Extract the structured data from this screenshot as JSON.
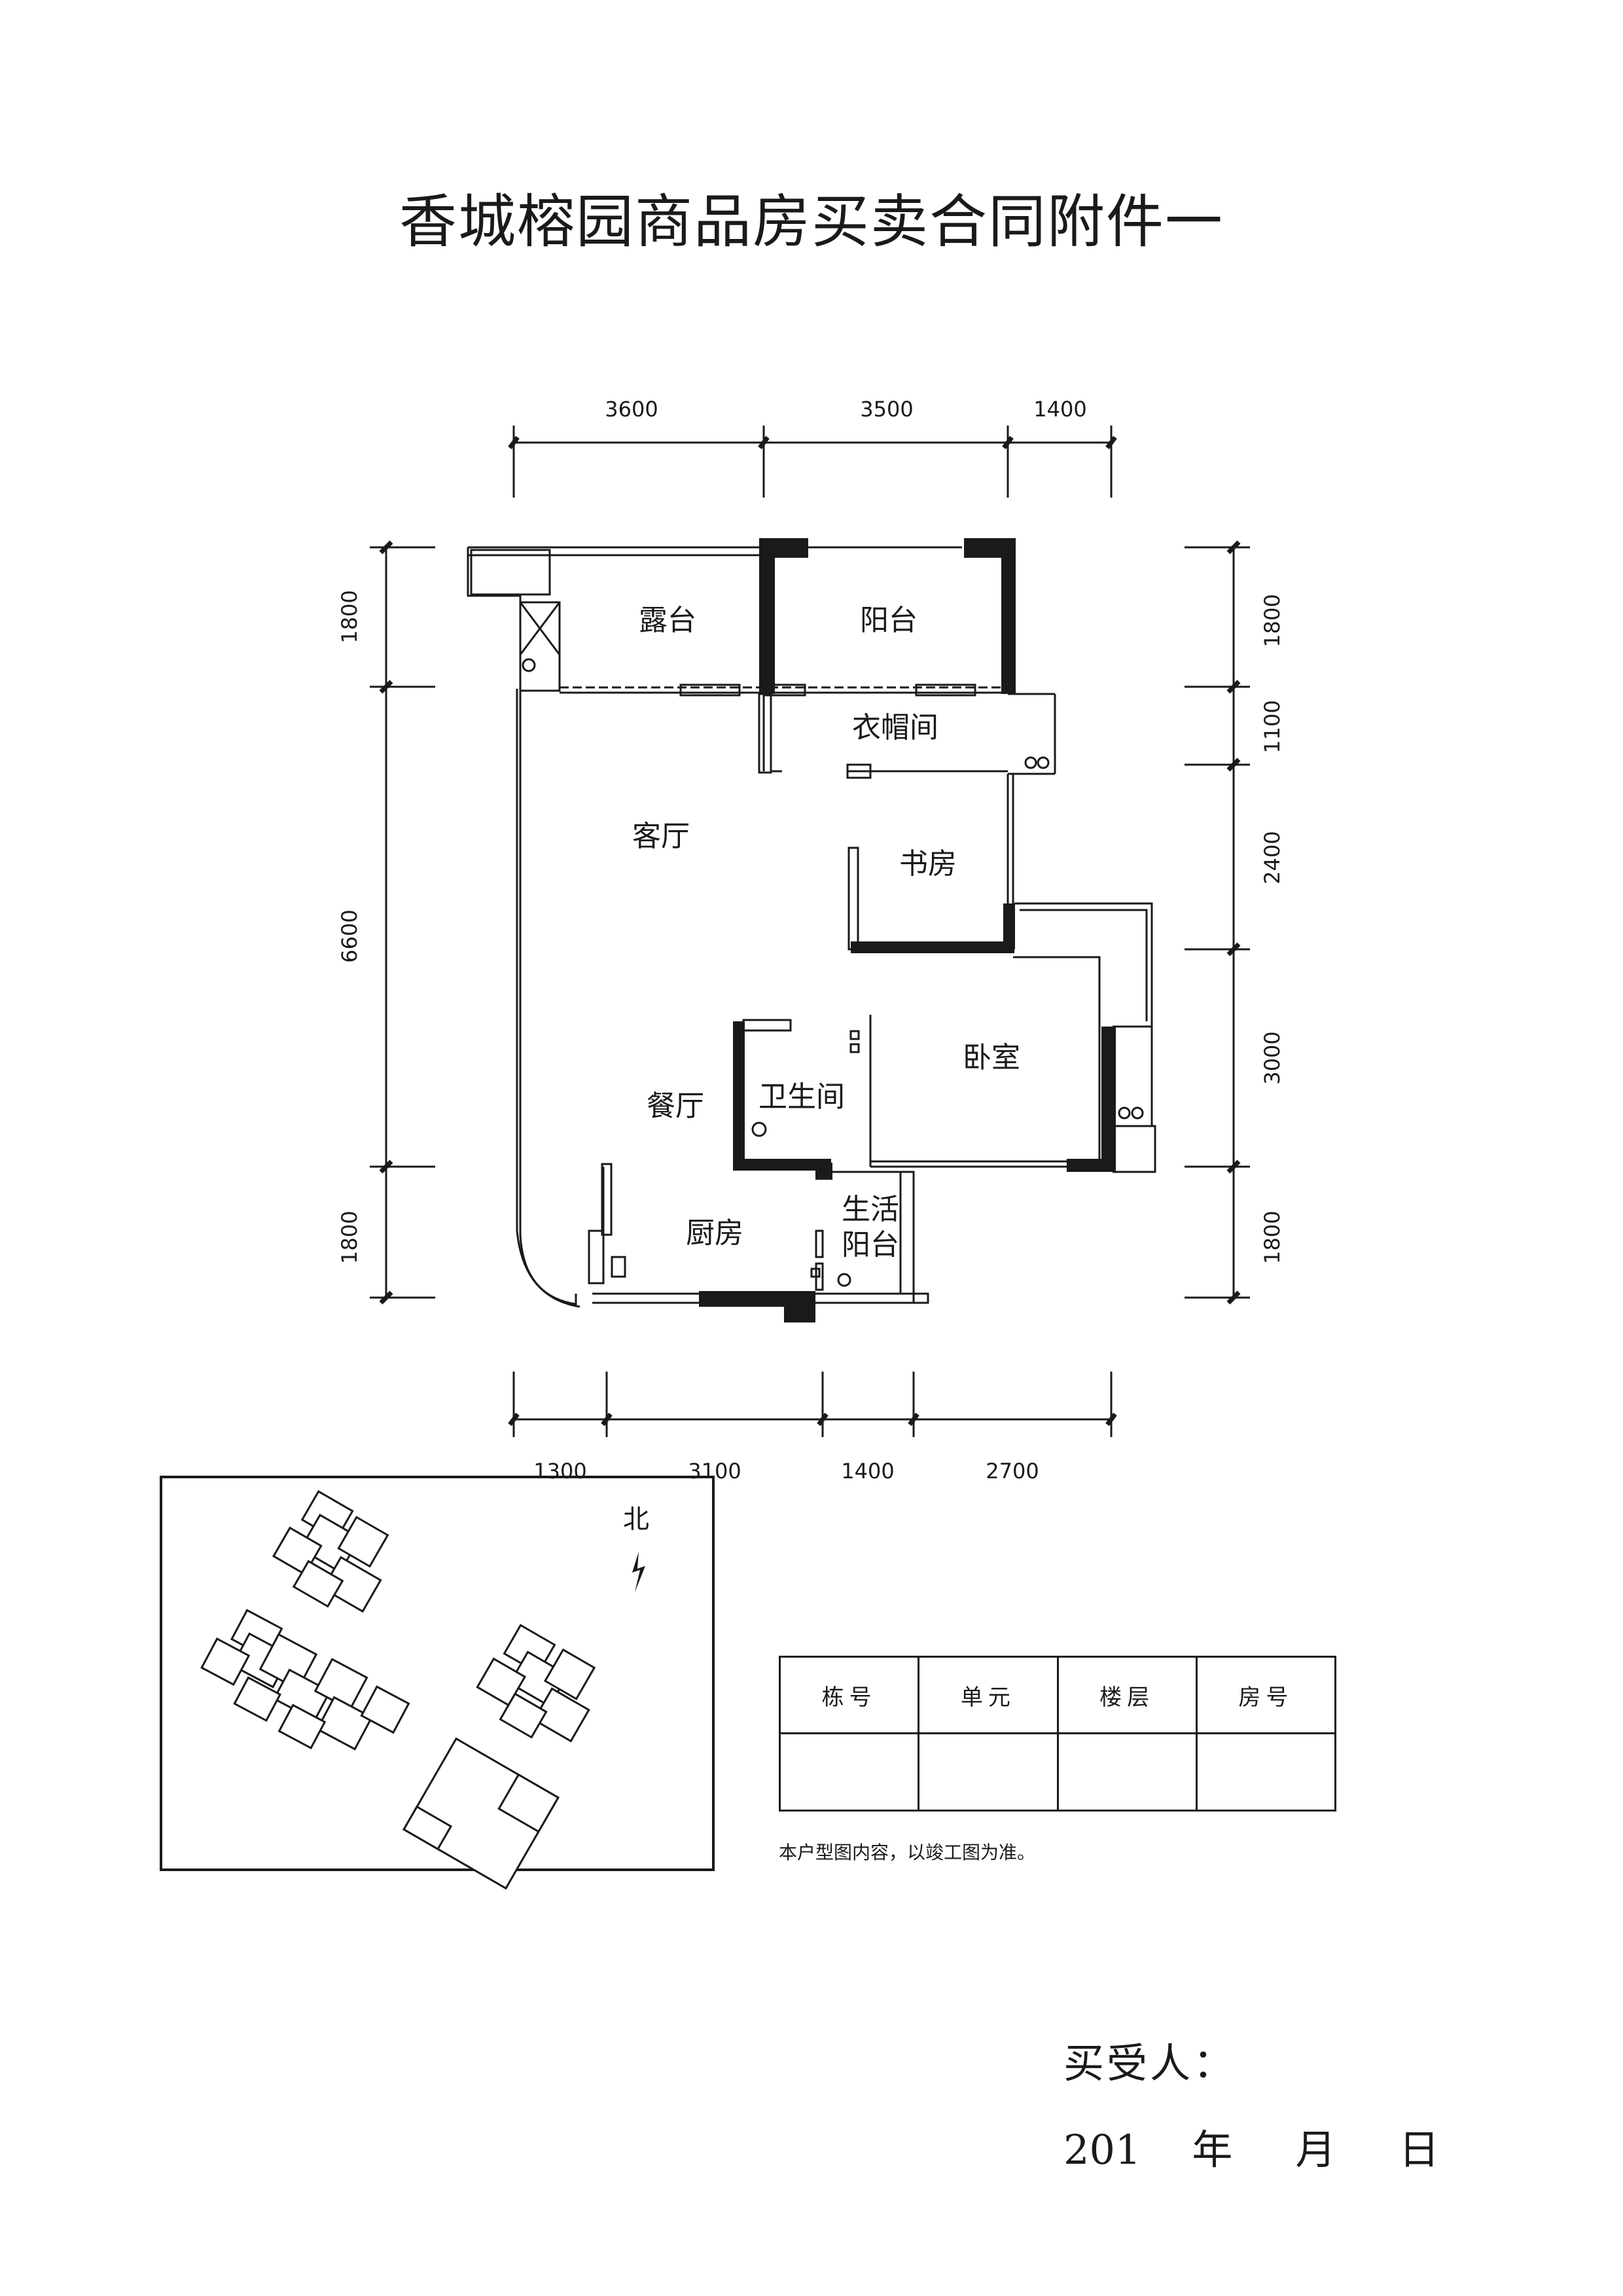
{
  "title": "香城榕园商品房买卖合同附件一",
  "dimensions": {
    "top": [
      "3600",
      "3500",
      "1400"
    ],
    "bottom": [
      "1300",
      "3100",
      "1400",
      "2700"
    ],
    "left": [
      "1800",
      "6600",
      "1800"
    ],
    "right": [
      "1800",
      "1100",
      "2400",
      "3000",
      "1800"
    ]
  },
  "rooms": {
    "terrace": "露台",
    "balcony": "阳台",
    "cloakroom": "衣帽间",
    "living": "客厅",
    "study": "书房",
    "bedroom": "卧室",
    "dining": "餐厅",
    "bathroom": "卫生间",
    "kitchen": "厨房",
    "service_balcony_1": "生活",
    "service_balcony_2": "阳台"
  },
  "site_plan": {
    "north": "北"
  },
  "info_table": {
    "headers": [
      "栋号",
      "单元",
      "楼层",
      "房号"
    ],
    "values": [
      "",
      "",
      "",
      ""
    ]
  },
  "note": "本户型图内容，以竣工图为准。",
  "signature": {
    "buyer": "买受人：",
    "year_prefix": "201",
    "year": "年",
    "month": "月",
    "day": "日"
  }
}
